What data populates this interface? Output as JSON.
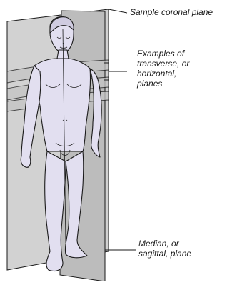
{
  "labels": {
    "coronal": "Sample coronal plane",
    "transverse": [
      "Examples of",
      "transverse, or",
      "horizontal,",
      "planes"
    ],
    "median": [
      "Median, or",
      "sagittal, plane"
    ]
  },
  "colors": {
    "plane_fill": "#cbcbcb",
    "plane_dark": "#a9a9a9",
    "body_fill": "#e2dff0",
    "stroke": "#1a1a1a"
  }
}
